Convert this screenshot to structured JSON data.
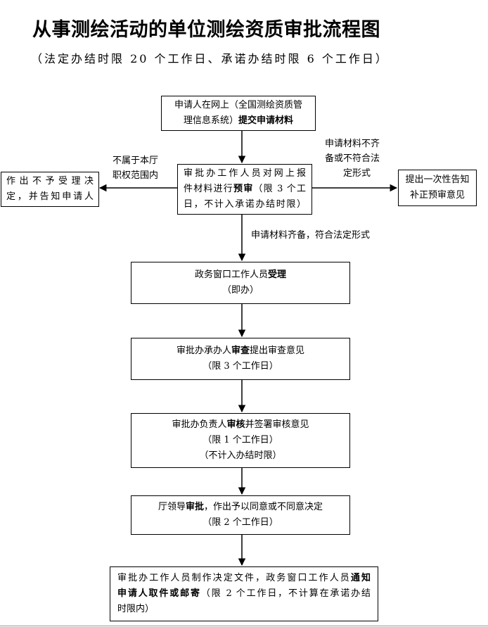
{
  "title": "从事测绘活动的单位测绘资质审批流程图",
  "subtitle": "（法定办结时限 20 个工作日、承诺办结时限 6 个工作日）",
  "boxes": {
    "submit": {
      "l1": "申请人在网上（全国测绘资质管",
      "l2a": "理信息系统）",
      "l2b": "提交申请材料"
    },
    "precheck": {
      "l1": "审批办工作人员对网上报",
      "l2a": "件材料进行",
      "l2b": "预审",
      "l2c": "（限 3 个工",
      "l3": "日，不计入承诺办结时限）"
    },
    "reject": {
      "l1": "作出不予受理决",
      "l2": "定，并告知申请人"
    },
    "notify_correction": {
      "l1": "提出一次性告知",
      "l2": "补正预审意见"
    },
    "accept": {
      "l1a": "政务窗口工作人员",
      "l1b": "受理",
      "l2": "（即办）"
    },
    "review": {
      "l1a": "审批办承办人",
      "l1b": "审查",
      "l1c": "提出审查意见",
      "l2": "（限 3 个工作日）"
    },
    "audit": {
      "l1a": "审批办负责人",
      "l1b": "审核",
      "l1c": "并签署审核意见",
      "l2": "（限 1 个工作日）",
      "l3": "（不计入办结时限）"
    },
    "approve": {
      "l1a": "厅领导",
      "l1b": "审批",
      "l1c": "，作出予以同意或不同意决定",
      "l2": "（限 2 个工作日）"
    },
    "final": {
      "l1a": "审批办工作人员制作决定文件，政务窗口工作人员",
      "l1b": "通知",
      "l2a": "申请人取件或邮寄",
      "l2b": "（限 2 个工作日，不计算在承诺办结",
      "l3": "时限内）"
    }
  },
  "labels": {
    "out_of_scope": {
      "l1": "不属于本厅",
      "l2": "职权范围内"
    },
    "incomplete": {
      "l1": "申请材料不齐",
      "l2": "备或不符合法",
      "l3": "定形式"
    },
    "complete": "申请材料齐备，符合法定形式"
  }
}
